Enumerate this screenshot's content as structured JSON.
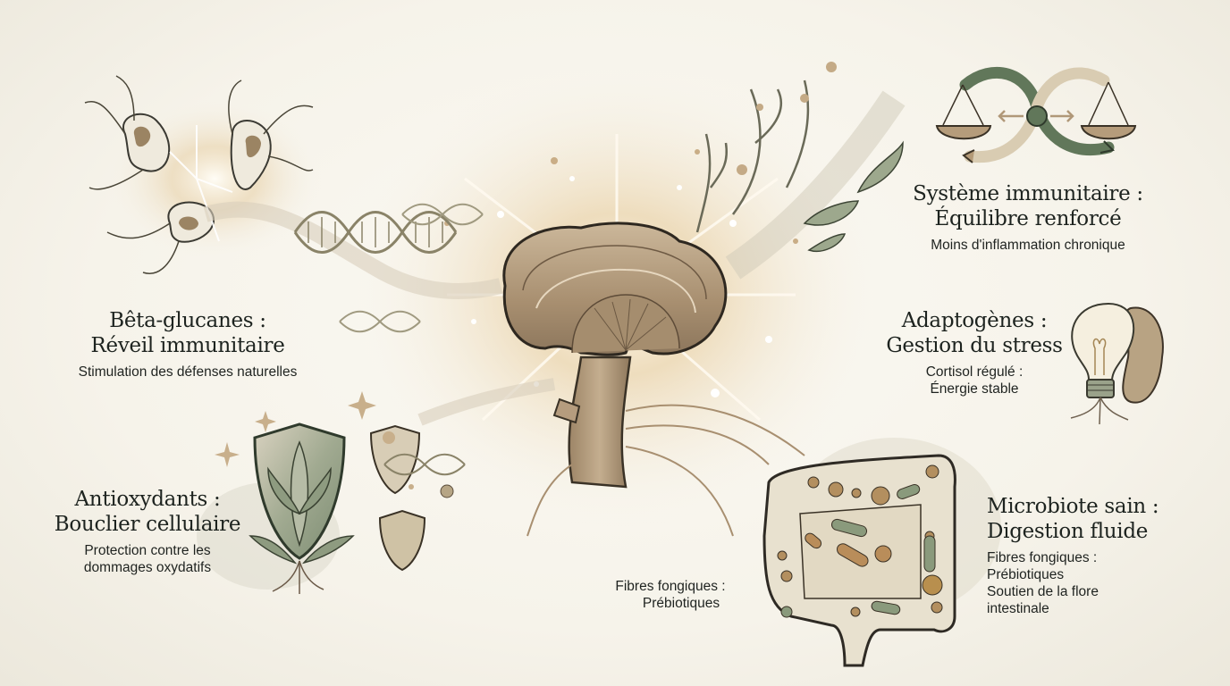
{
  "colors": {
    "background": "#f6f3ea",
    "ink": "#2a2a24",
    "sage": "#6f8468",
    "tan": "#b59a78",
    "glow": "#e9d3ac",
    "text": "#1d231f"
  },
  "center": {
    "icon": "reishi-mushroom-icon"
  },
  "sections": {
    "immune_balance": {
      "icon": "balance-scale-cycle-icon",
      "title_line1": "Système immunitaire :",
      "title_line2": "Équilibre renforcé",
      "subtitle": "Moins d'inflammation chronique"
    },
    "beta_glucans": {
      "icon": "immune-cells-dna-icon",
      "title_line1": "Bêta-glucanes :",
      "title_line2": "Réveil immunitaire",
      "subtitle": "Stimulation des défenses naturelles"
    },
    "adaptogens": {
      "icon": "lightbulb-kidney-icon",
      "title_line1": "Adaptogènes :",
      "title_line2": "Gestion du stress",
      "subtitle_line1": "Cortisol régulé :",
      "subtitle_line2": "Énergie stable"
    },
    "antioxidants": {
      "icon": "leaf-shield-icon",
      "title_line1": "Antioxydants :",
      "title_line2": "Bouclier cellulaire",
      "subtitle_line1": "Protection contre les",
      "subtitle_line2": "dommages oxydatifs"
    },
    "fibers": {
      "subtitle_line1": "Fibres fongiques :",
      "subtitle_line2": "Prébiotiques"
    },
    "microbiome": {
      "icon": "intestine-icon",
      "title_line1": "Microbiote sain :",
      "title_line2": "Digestion fluide",
      "subtitle_line1": "Fibres fongiques :",
      "subtitle_line2": "Prébiotiques",
      "subtitle_line3": "Soutien de la flore",
      "subtitle_line4": "intestinale"
    }
  }
}
